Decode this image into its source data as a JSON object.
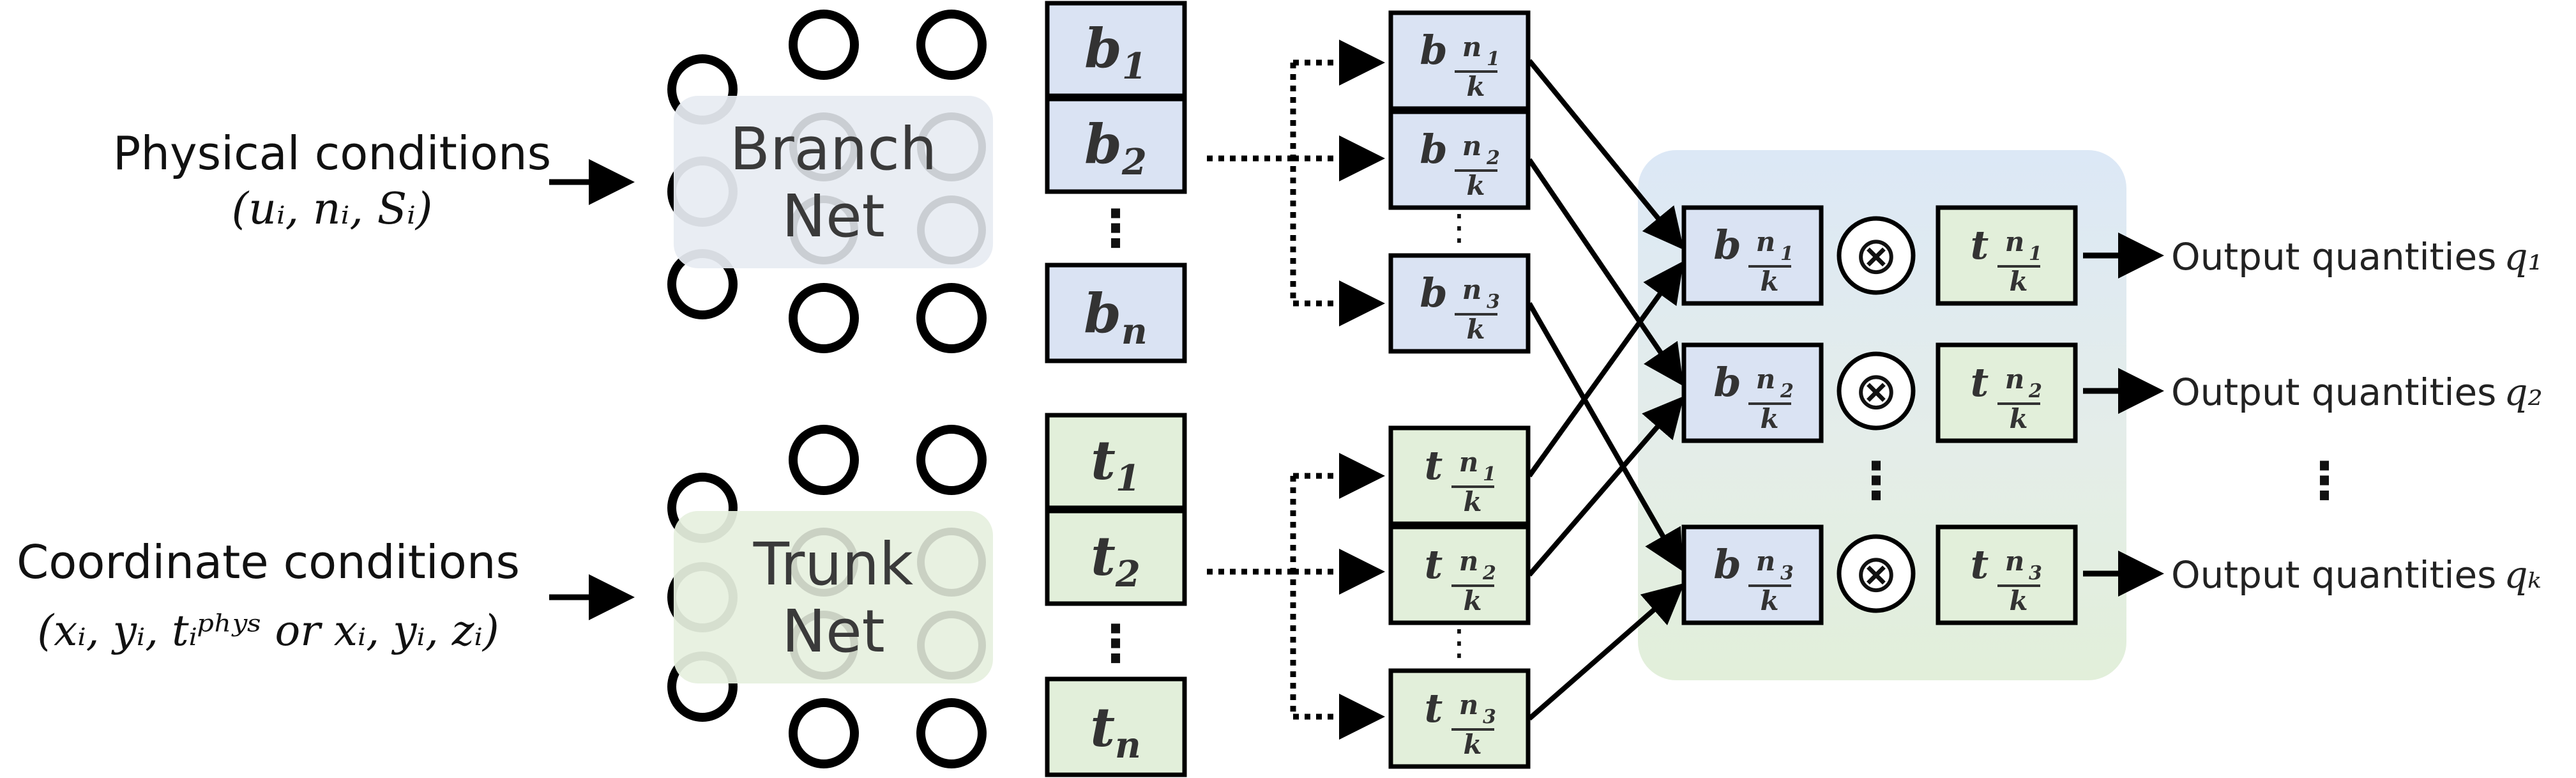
{
  "inputs": {
    "physical": {
      "title": "Physical conditions",
      "formula": "(uᵢ, nᵢ, Sᵢ)"
    },
    "coordinate": {
      "title": "Coordinate conditions",
      "formula": "(xᵢ, yᵢ, tᵢᵖʰʸˢ or xᵢ, yᵢ, zᵢ)"
    }
  },
  "branch_net": {
    "line1": "Branch",
    "line2": "Net"
  },
  "trunk_net": {
    "line1": "Trunk",
    "line2": "Net"
  },
  "branch_outputs": [
    {
      "base": "b",
      "sub": "1"
    },
    {
      "base": "b",
      "sub": "2"
    },
    {
      "base": "b",
      "sub": "n"
    }
  ],
  "trunk_outputs": [
    {
      "base": "t",
      "sub": "1"
    },
    {
      "base": "t",
      "sub": "2"
    },
    {
      "base": "t",
      "sub": "n"
    }
  ],
  "branch_groups": [
    {
      "base": "b",
      "n": "n",
      "idx": "1",
      "den": "k"
    },
    {
      "base": "b",
      "n": "n",
      "idx": "2",
      "den": "k"
    },
    {
      "base": "b",
      "n": "n",
      "idx": "3",
      "den": "k"
    }
  ],
  "trunk_groups": [
    {
      "base": "t",
      "n": "n",
      "idx": "1",
      "den": "k"
    },
    {
      "base": "t",
      "n": "n",
      "idx": "2",
      "den": "k"
    },
    {
      "base": "t",
      "n": "n",
      "idx": "3",
      "den": "k"
    }
  ],
  "operator_symbol": "⊗",
  "ellipsis": "⋮",
  "outputs": [
    {
      "label": "Output quantities",
      "symbol": "q₁"
    },
    {
      "label": "Output quantities",
      "symbol": "q₂"
    },
    {
      "label": "Output quantities",
      "symbol": "qₖ"
    }
  ],
  "colors": {
    "branch_fill": "#dae3f3",
    "trunk_fill": "#e2efda",
    "branch_net_bg": "#e7ecf2",
    "trunk_net_bg": "#e6f0df",
    "stroke": "#000000",
    "product_panel_top": "#dce8f6",
    "product_panel_bottom": "#e2efda"
  }
}
